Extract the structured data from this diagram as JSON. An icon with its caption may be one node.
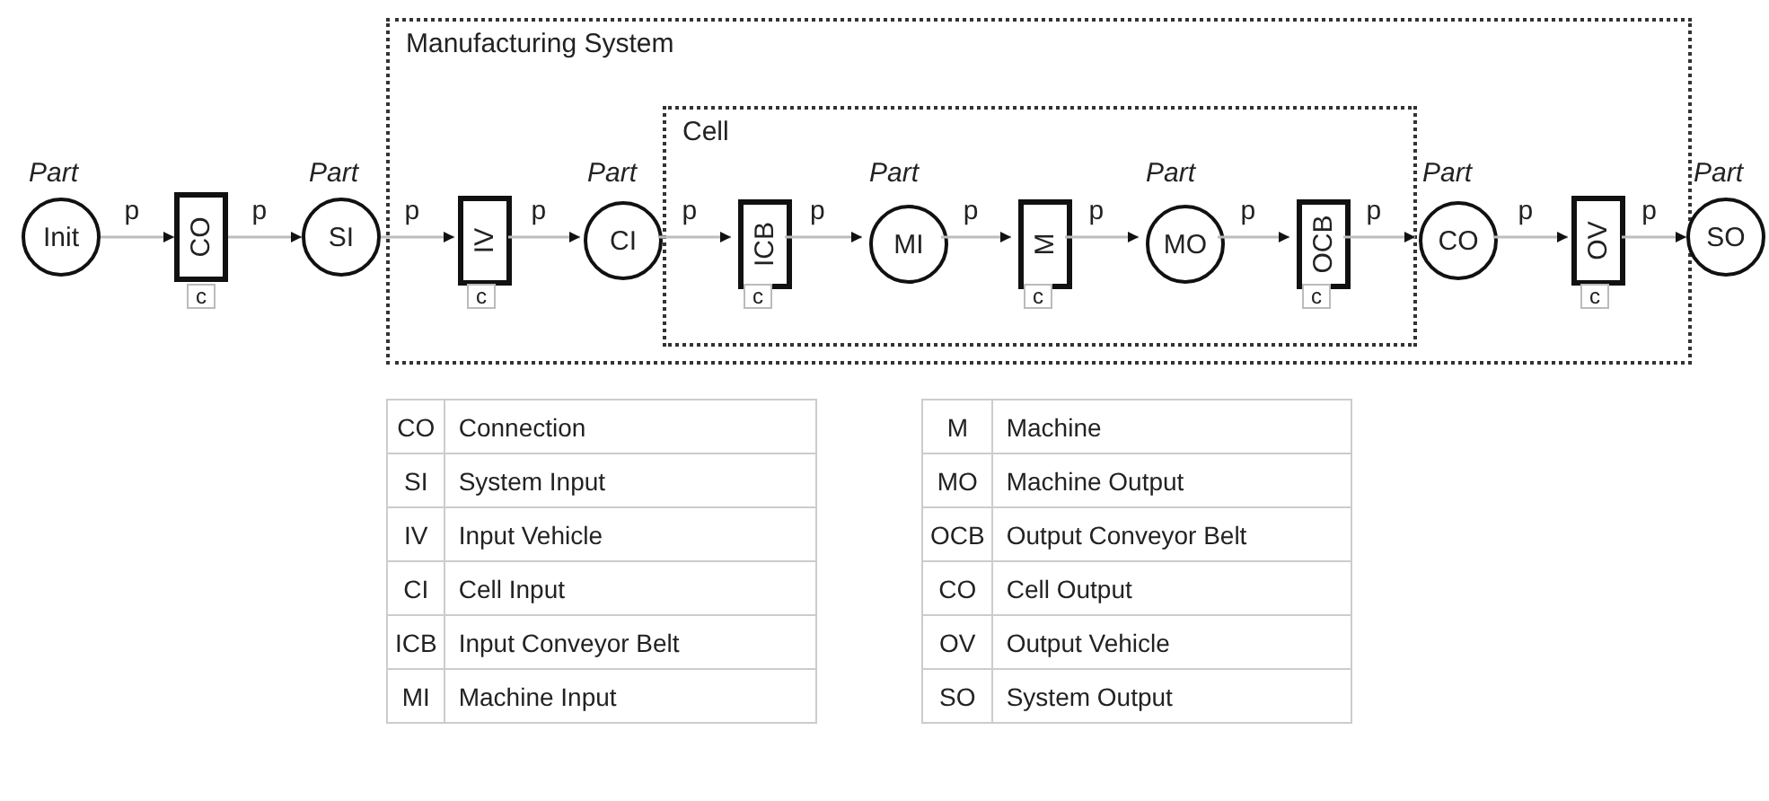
{
  "diagram": {
    "nodes": [
      {
        "text": [
          "Manufacturing System"
        ]
      },
      {
        "text": [
          "Cell"
        ],
        "in": 0
      },
      {
        "text": [
          "Init"
        ],
        "beside": [
          "Part"
        ]
      },
      {
        "text": [
          "CO"
        ],
        "beside": [
          "c"
        ]
      },
      {
        "text": [
          "SI"
        ],
        "beside": [
          "Part"
        ]
      },
      {
        "text": [
          "IV"
        ],
        "beside": [
          "c"
        ],
        "in": 0
      },
      {
        "text": [
          "CI"
        ],
        "beside": [
          "Part"
        ],
        "in": 0
      },
      {
        "text": [
          "ICB"
        ],
        "beside": [
          "c"
        ],
        "in": 1
      },
      {
        "text": [
          "MI"
        ],
        "beside": [
          "Part"
        ],
        "in": 1
      },
      {
        "text": [
          "M"
        ],
        "beside": [
          "c"
        ],
        "in": 1
      },
      {
        "text": [
          "MO"
        ],
        "beside": [
          "Part"
        ],
        "in": 1
      },
      {
        "text": [
          "OCB"
        ],
        "beside": [
          "c"
        ],
        "in": 1
      },
      {
        "text": [
          "CO"
        ],
        "beside": [
          "Part"
        ],
        "in": 0
      },
      {
        "text": [
          "OV"
        ],
        "beside": [
          "c"
        ],
        "in": 0
      },
      {
        "text": [
          "SO"
        ],
        "beside": [
          "Part"
        ]
      }
    ],
    "edges": [
      {
        "from": 2,
        "to": 3,
        "arrow": "to",
        "label": "p"
      },
      {
        "from": 3,
        "to": 4,
        "arrow": "to",
        "label": "p"
      },
      {
        "from": 4,
        "to": 5,
        "arrow": "to",
        "label": "p"
      },
      {
        "from": 5,
        "to": 6,
        "arrow": "to",
        "label": "p"
      },
      {
        "from": 6,
        "to": 7,
        "arrow": "to",
        "label": "p"
      },
      {
        "from": 7,
        "to": 8,
        "arrow": "to",
        "label": "p"
      },
      {
        "from": 8,
        "to": 9,
        "arrow": "to",
        "label": "p"
      },
      {
        "from": 9,
        "to": 10,
        "arrow": "to",
        "label": "p"
      },
      {
        "from": 10,
        "to": 11,
        "arrow": "to",
        "label": "p"
      },
      {
        "from": 11,
        "to": 12,
        "arrow": "to",
        "label": "p"
      },
      {
        "from": 12,
        "to": 13,
        "arrow": "to",
        "label": "p"
      },
      {
        "from": 13,
        "to": 14,
        "arrow": "to",
        "label": "p"
      }
    ],
    "labels": [
      "CO",
      "Connection",
      "SI",
      "System Input",
      "IV",
      "Input Vehicle",
      "CI",
      "Cell Input",
      "ICB",
      "Input Conveyor Belt",
      "MI",
      "Machine Input",
      "M",
      "Machine",
      "MO",
      "Machine Output",
      "OCB",
      "Output Conveyor Belt",
      "CO",
      "Cell Output",
      "OV",
      "Output Vehicle",
      "SO",
      "System Output"
    ]
  }
}
